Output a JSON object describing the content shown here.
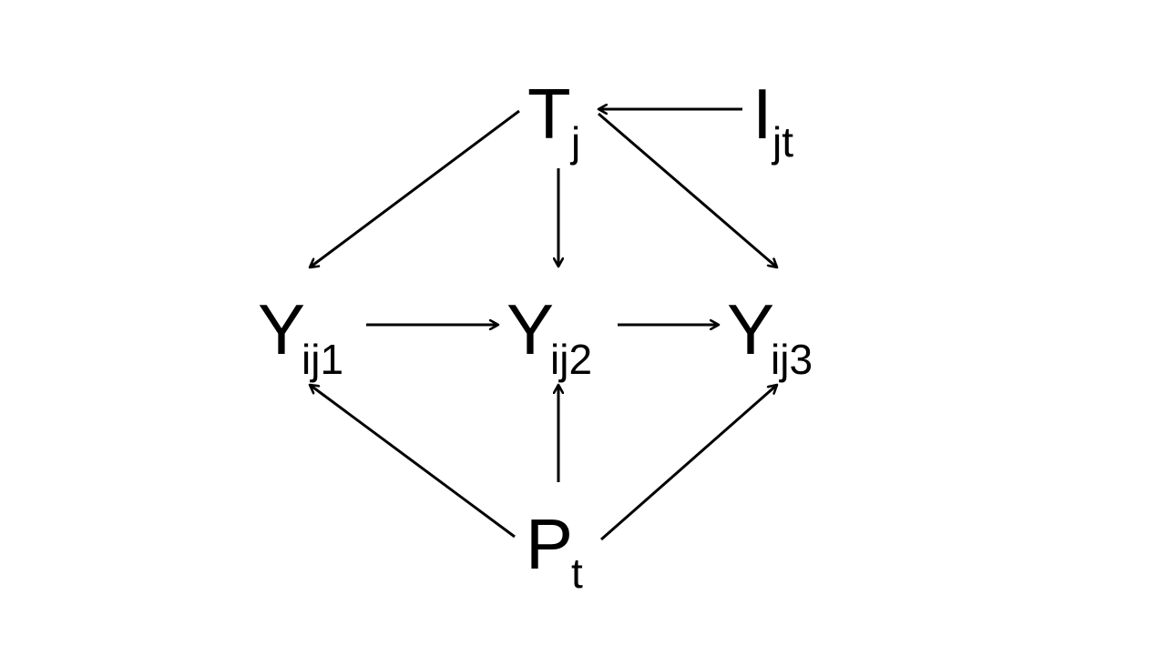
{
  "nodes": [
    {
      "id": "T",
      "main": "T",
      "sub": "j"
    },
    {
      "id": "I",
      "main": "I",
      "sub": "jt"
    },
    {
      "id": "Y1",
      "main": "Y",
      "sub": "ij1"
    },
    {
      "id": "Y2",
      "main": "Y",
      "sub": "ij2"
    },
    {
      "id": "Y3",
      "main": "Y",
      "sub": "ij3"
    },
    {
      "id": "P",
      "main": "P",
      "sub": "t"
    }
  ],
  "edges": [
    {
      "from": "I",
      "to": "T"
    },
    {
      "from": "T",
      "to": "Y1"
    },
    {
      "from": "T",
      "to": "Y2"
    },
    {
      "from": "T",
      "to": "Y3"
    },
    {
      "from": "Y1",
      "to": "Y2"
    },
    {
      "from": "Y2",
      "to": "Y3"
    },
    {
      "from": "P",
      "to": "Y1"
    },
    {
      "from": "P",
      "to": "Y2"
    },
    {
      "from": "P",
      "to": "Y3"
    }
  ],
  "colors": {
    "background": "#ffffff",
    "ink": "#000000"
  }
}
